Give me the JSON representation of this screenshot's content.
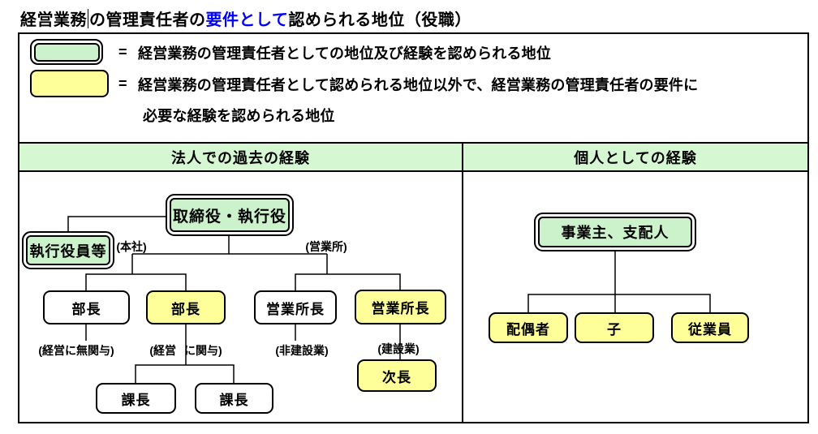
{
  "title": {
    "part1": "経営業務",
    "part2": "の管理責任者の",
    "highlight": "要件として",
    "part3": "認められる地位（役職）"
  },
  "legend": {
    "equals": "=",
    "green_item": {
      "swatch": "green-double-border-box",
      "text": "経営業務の管理責任者としての地位及び経験を認められる地位"
    },
    "yellow_item": {
      "swatch": "yellow-box",
      "text_line1": "経営業務の管理責任者として認められる地位以外で、経営業務の管理責任者の要件に",
      "text_line2": "必要な経験を認められる地位"
    }
  },
  "columns": {
    "left_header": "法人での過去の経験",
    "right_header": "個人としての経験"
  },
  "nodes": {
    "torishimariyaku": {
      "label": "取締役・執行役",
      "style": "green-double"
    },
    "shikko_yakuin": {
      "label": "執行役員等",
      "style": "green-double"
    },
    "bucho_white": {
      "label": "部長",
      "style": "white"
    },
    "bucho_yellow": {
      "label": "部長",
      "style": "yellow"
    },
    "eigyoshocho_white": {
      "label": "営業所長",
      "style": "white"
    },
    "eigyoshocho_yellow": {
      "label": "営業所長",
      "style": "yellow"
    },
    "kacho_1": {
      "label": "課長",
      "style": "white"
    },
    "kacho_2": {
      "label": "課長",
      "style": "white"
    },
    "jicho": {
      "label": "次長",
      "style": "yellow"
    },
    "jigyonushi": {
      "label": "事業主、支配人",
      "style": "green-double"
    },
    "haigusha": {
      "label": "配偶者",
      "style": "yellow"
    },
    "ko": {
      "label": "子",
      "style": "yellow"
    },
    "jugyoin": {
      "label": "従業員",
      "style": "yellow"
    }
  },
  "annotations": {
    "honsha": "(本社)",
    "eigyosho": "(営業所)",
    "keiei_mukanyo": "(経営に無関与)",
    "keiei_kanyo_left": "(経営",
    "keiei_kanyo_right": "に関与)",
    "hi_kensetsugyo": "(非建設業)",
    "kensetsugyo": "(建設業)"
  },
  "colors": {
    "highlight_blue": "#0000ff",
    "box_green": "#ccf2cc",
    "box_yellow": "#ffff99",
    "header_green": "#d5f8d2",
    "line_black": "#000000"
  }
}
